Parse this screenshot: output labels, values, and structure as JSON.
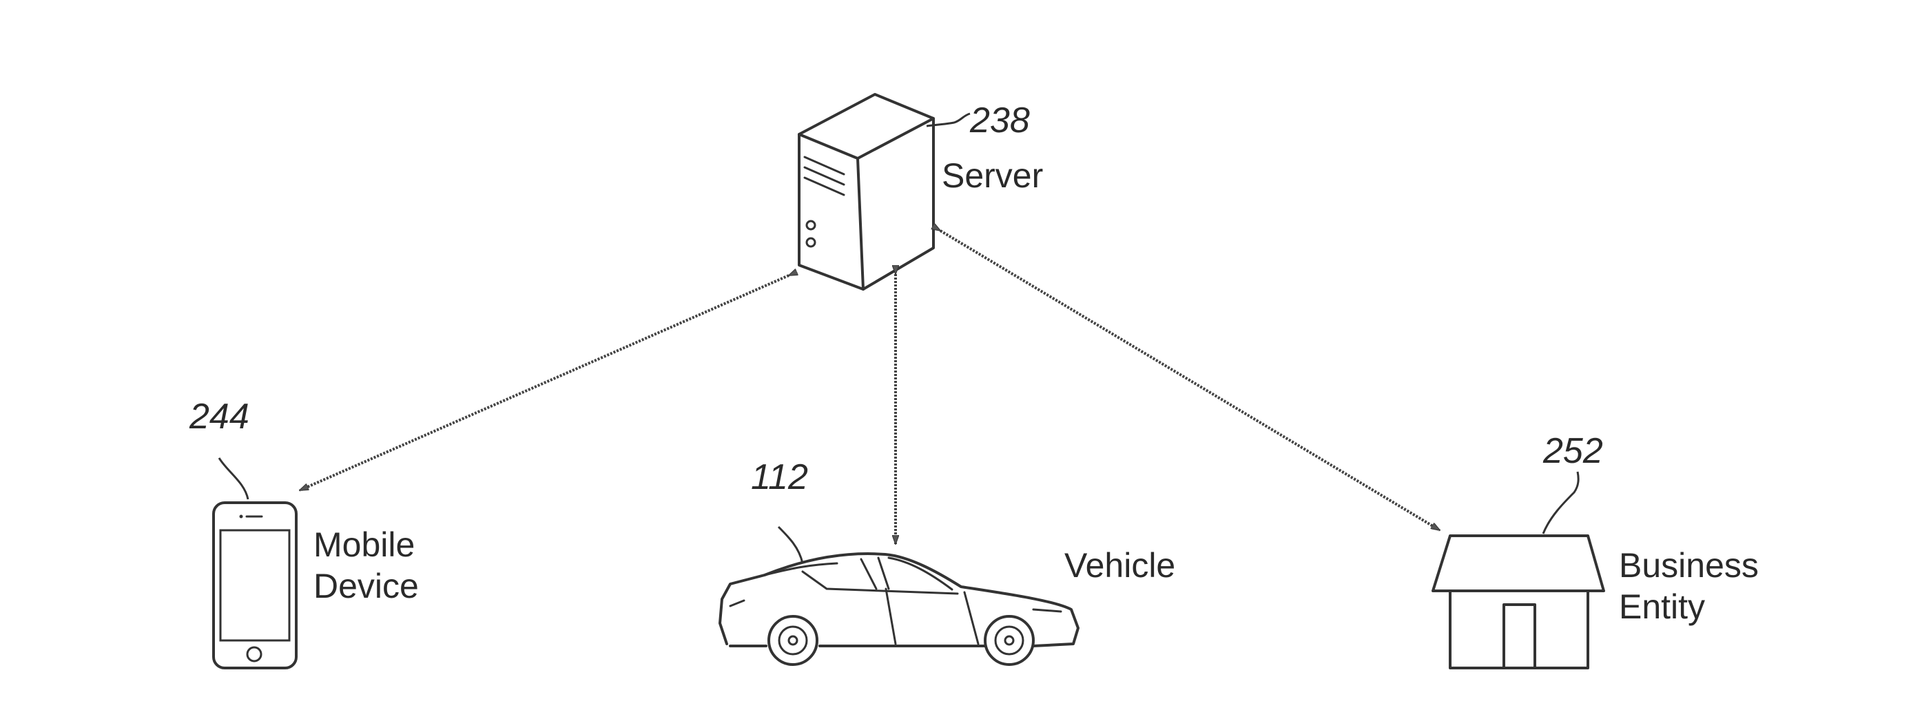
{
  "nodes": {
    "server": {
      "ref": "238",
      "label": "Server"
    },
    "mobile": {
      "ref": "244",
      "label_line1": "Mobile",
      "label_line2": "Device"
    },
    "vehicle": {
      "ref": "112",
      "label": "Vehicle"
    },
    "business": {
      "ref": "252",
      "label_line1": "Business",
      "label_line2": "Entity"
    }
  }
}
